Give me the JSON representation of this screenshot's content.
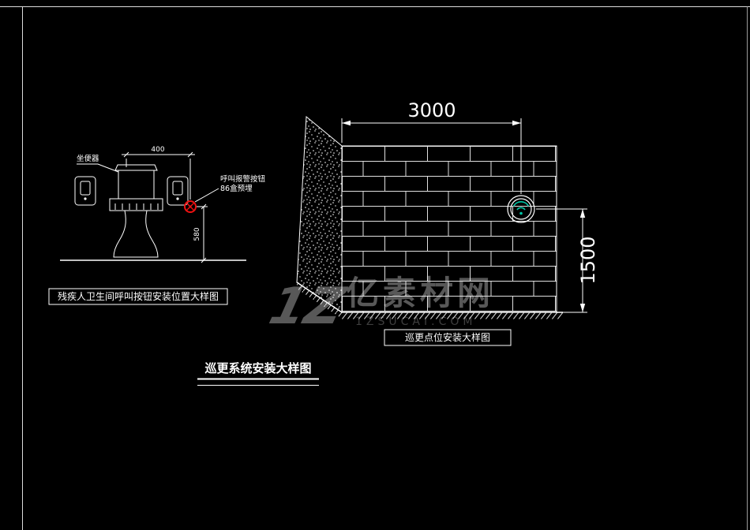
{
  "colors": {
    "background": "#000000",
    "line": "#ffffff",
    "alarm": "#ee1111",
    "device_accent": "#00c8a8",
    "watermark": "#585858",
    "watermark_dim": "#3e3e3e"
  },
  "left_detail": {
    "title": "残疾人卫生间呼叫按钮安装位置大样图",
    "fixture_label": "坐便器",
    "button_label_line1": "呼叫报警按钮",
    "button_label_line2": "86盒预埋",
    "width_dim": "400",
    "height_dim": "580"
  },
  "right_detail": {
    "title": "巡更点位安装大样图",
    "width_dim": "3000",
    "height_dim": "1500"
  },
  "main_title": "巡更系统安装大样图",
  "watermark": {
    "logo": "1Z",
    "site_name": "亿素材网",
    "site_url": "1ZSUCAI.COM"
  }
}
